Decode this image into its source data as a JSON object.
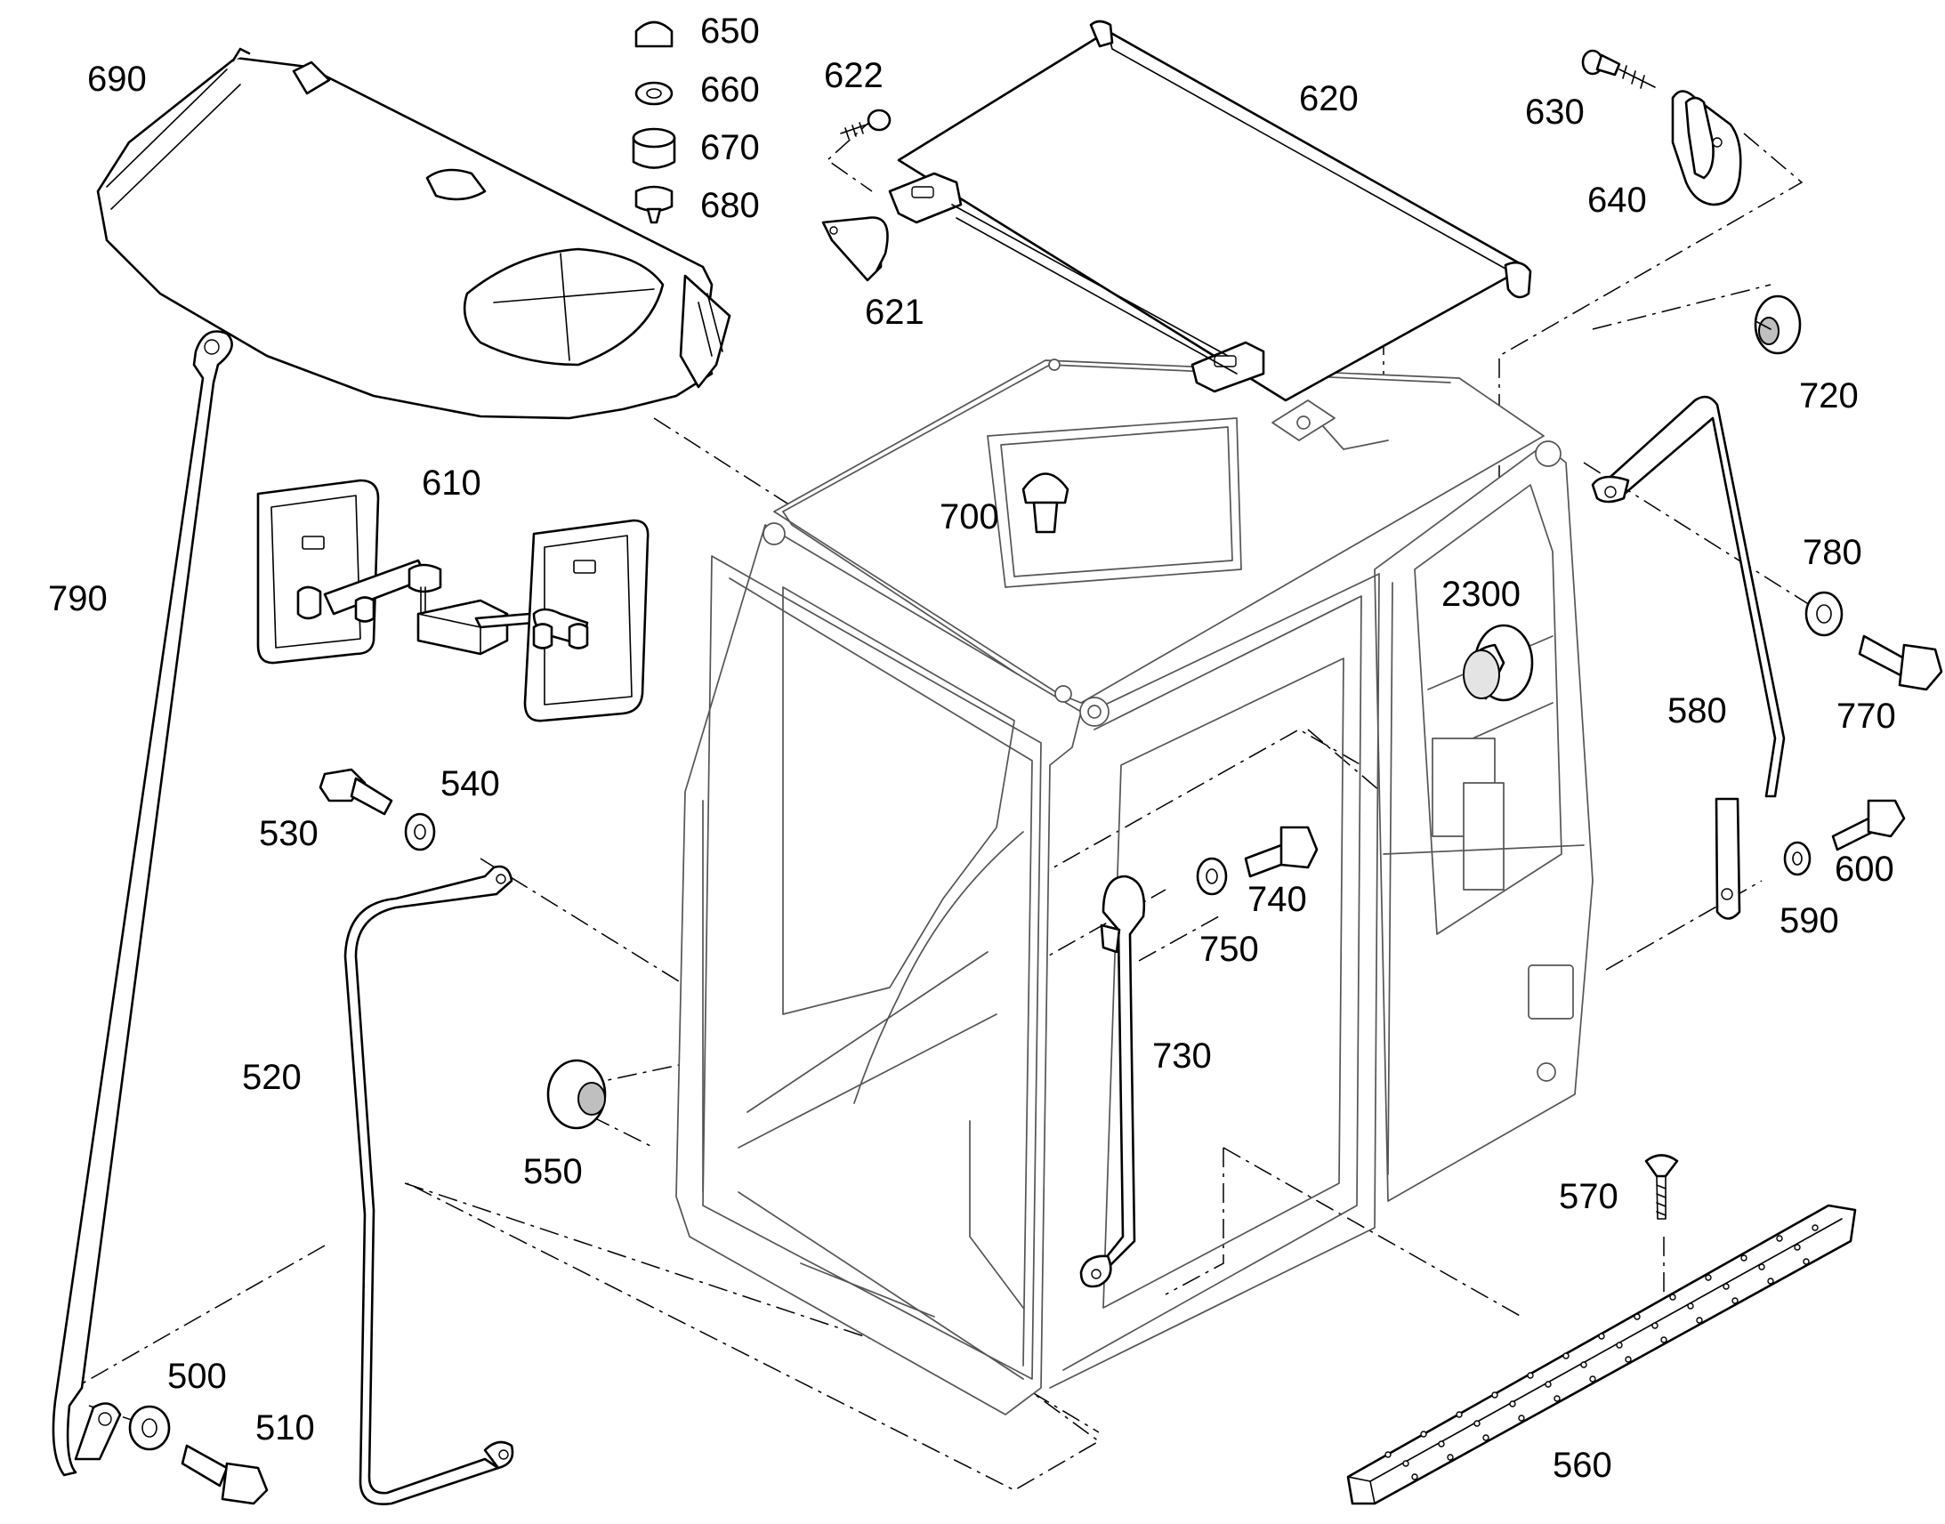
{
  "diagram": {
    "type": "exploded-parts-diagram",
    "callouts": [
      {
        "id": "c690",
        "label": "690"
      },
      {
        "id": "c650",
        "label": "650"
      },
      {
        "id": "c660",
        "label": "660"
      },
      {
        "id": "c670",
        "label": "670"
      },
      {
        "id": "c680",
        "label": "680"
      },
      {
        "id": "c622",
        "label": "622"
      },
      {
        "id": "c621",
        "label": "621"
      },
      {
        "id": "c620",
        "label": "620"
      },
      {
        "id": "c630",
        "label": "630"
      },
      {
        "id": "c640",
        "label": "640"
      },
      {
        "id": "c720",
        "label": "720"
      },
      {
        "id": "c610",
        "label": "610"
      },
      {
        "id": "c700",
        "label": "700"
      },
      {
        "id": "c790",
        "label": "790"
      },
      {
        "id": "c2300",
        "label": "2300"
      },
      {
        "id": "c780",
        "label": "780"
      },
      {
        "id": "c770",
        "label": "770"
      },
      {
        "id": "c580",
        "label": "580"
      },
      {
        "id": "c540",
        "label": "540"
      },
      {
        "id": "c530",
        "label": "530"
      },
      {
        "id": "c740",
        "label": "740"
      },
      {
        "id": "c750",
        "label": "750"
      },
      {
        "id": "c600",
        "label": "600"
      },
      {
        "id": "c590",
        "label": "590"
      },
      {
        "id": "c730",
        "label": "730"
      },
      {
        "id": "c520",
        "label": "520"
      },
      {
        "id": "c550",
        "label": "550"
      },
      {
        "id": "c570",
        "label": "570"
      },
      {
        "id": "c500",
        "label": "500"
      },
      {
        "id": "c510",
        "label": "510"
      },
      {
        "id": "c560",
        "label": "560"
      }
    ]
  }
}
